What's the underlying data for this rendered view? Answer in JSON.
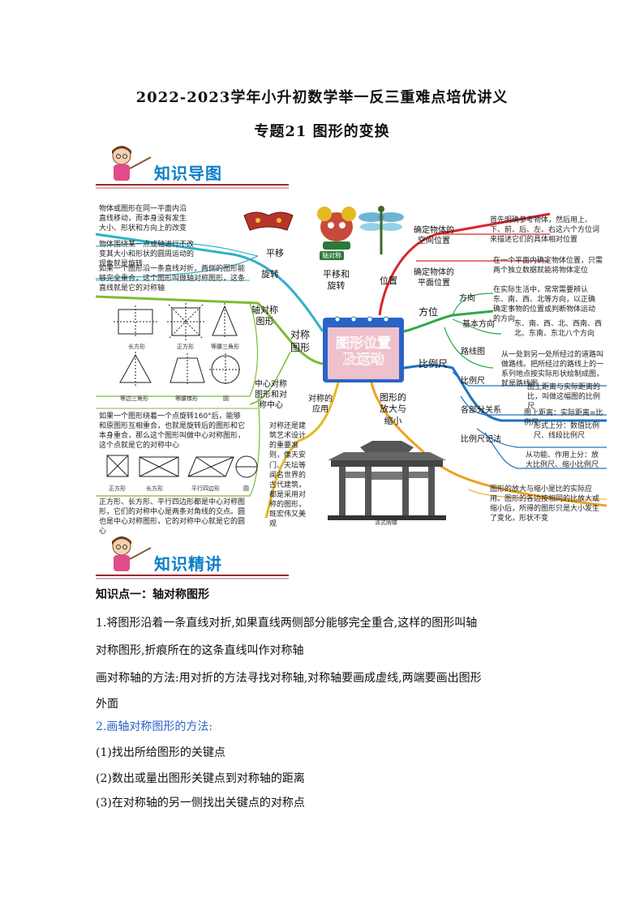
{
  "header": {
    "title": "2022-2023学年小升初数学举一反三重难点培优讲义",
    "subtitle": "专题21 图形的变换"
  },
  "banners": {
    "mindmap": "知识导图",
    "lecture": "知识精讲"
  },
  "mindmap": {
    "center_title": "图形位置\n及运动",
    "top_badge": "轴对称",
    "branches": {
      "translation_rotation": "平移和\n旋转",
      "translation": "平移",
      "rotation": "旋转",
      "symmetric": "对称\n图形",
      "axis_symmetric": "轴对称\n图形",
      "center_symmetric": "中心对称\n图形和对\n称中心",
      "symmetric_app": "对称的\n应用",
      "position": "位置",
      "space_position": "确定物体的\n空间位置",
      "plane_position": "确定物体的\n平面位置",
      "direction": "方位",
      "dir": "方向",
      "basic_dir": "基本方向",
      "route_map": "路线图",
      "scale": "比例尺",
      "scale_item": "比例尺",
      "parts": "各部分关系",
      "scale_notation": "比例尺记法",
      "zoom": "图形的\n放大与\n缩小"
    },
    "notes": {
      "translation": "物体或图形在同一平面内沿直线移动，而本身没有发生大小、形状和方向上的改变",
      "rotation": "物体围绕某一点或轴进行不改变其大小和形状的圆周运动的现象就是旋转",
      "axis": "如果一个图形沿一条直线对折，两侧的图形能够完全重合，这个图形叫做轴对称图形，这条直线就是它的对称轴",
      "center": "如果一个图形绕着一个点旋转160°后，能够和原图形互相重合，也就是旋转后的图形和它本身重合，那么这个图形叫做中心对称图形，这个点就是它的对称中心",
      "center2": "正方形、长方形、平行四边形都是中心对称图形，它们的对称中心是两条对角线的交点。圆也是中心对称图形，它的对称中心就是它的圆心",
      "app": "对称还是建筑艺术设计的重要准则，像天安门、天坛等闻名世界的古代建筑，都是采用对称的图形，既宏伟又美观",
      "space": "首先明确参考物体，然后用上、下、前、后、左、右这六个方位词来描述它们的具体相对位置",
      "plane": "在一个平面内确定物体位置，只需两个独立数据就能将物体定位",
      "dir": "在实际生活中，常常需要辨认东、南、西、北等方向，以正确确定事物的位置或判断物体运动的方向",
      "basic_dir": "东、南、西、北、西南、西北、东南、东北八个方向",
      "route": "从一处到另一处所经过的道路叫做路线。把所经过的路线上的一系列地点按实际形状绘制成图，就是路线图",
      "scale_item": "图上距离与实际距离的比，叫做这幅图的比例尺",
      "parts": "图上距离：实际距离=比例尺",
      "notation1": "形式上分：数值比例尺、线段比例尺",
      "notation2": "从功能、作用上分：放大比例尺、缩小比例尺",
      "zoom": "图形的放大与缩小是比的实际应用。图形的各边按相同的比放大或缩小后，所得的图形只是大小发生了变化，形状不变"
    },
    "shape_captions": [
      "长方形",
      "正方形",
      "等腰三角形",
      "等边三角形",
      "等腰梯形",
      "圆"
    ],
    "shape_captions2": [
      "正方形",
      "长方形",
      "平行四边形",
      "圆"
    ],
    "gate_caption": "清式牌楼"
  },
  "content": {
    "section_title": "知识点一：轴对称图形",
    "p1_line1": "1.将图形沿着一条直线对折,如果直线两侧部分能够完全重合,这样的图形叫轴",
    "p1_line2": "对称图形,折痕所在的这条直线叫作对称轴",
    "p2_line1": "画对称轴的方法:用对折的方法寻找对称轴,对称轴要画成虚线,两端要画出图形",
    "p2_line2": "外面",
    "p3": "2.画轴对称图形的方法:",
    "s1": "(1)找出所给图形的关键点",
    "s2": "(2)数出或量出图形关键点到对称轴的距离",
    "s3": "(3)在对称轴的另一侧找出关键点的对称点"
  },
  "colors": {
    "banner_blue": "#0b7fc7",
    "branch_teal": "#2fb1c9",
    "branch_green": "#7dbb35",
    "branch_yellow": "#e6b820",
    "branch_red": "#d8262a",
    "branch_blue": "#1e73be",
    "branch_green2": "#2ea84a",
    "branch_orange": "#f0a020",
    "section_blue": "#2a63c7"
  }
}
